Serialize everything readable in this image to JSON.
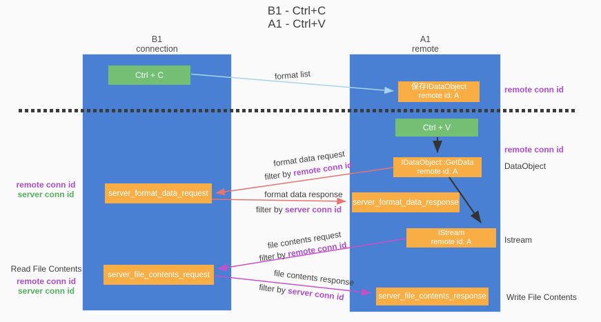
{
  "title": {
    "line1": "B1 - Ctrl+C",
    "line2": "A1 - Ctrl+V"
  },
  "lanes": {
    "left": {
      "name": "B1",
      "role": "connection"
    },
    "right": {
      "name": "A1",
      "role": "remote"
    }
  },
  "nodes": {
    "ctrl_c": {
      "label": "Ctrl + C"
    },
    "ctrl_v": {
      "label": "Ctrl + V"
    },
    "save_dataobject": {
      "line1": "保存IDataObject",
      "line2": "remote id: A"
    },
    "getdata": {
      "line1": "IDataObject::GetData",
      "line2": "remote id: A"
    },
    "istream": {
      "line1": "IStream",
      "line2": "remote id: A"
    },
    "server_format_data_request": {
      "label": "server_format_data_request"
    },
    "server_format_data_response": {
      "label": "server_format_data_response"
    },
    "server_file_contents_request": {
      "label": "server_file_contents_request"
    },
    "server_file_contents_response": {
      "label": "server_file_contents_response"
    }
  },
  "edge_labels": {
    "format_list": "format list",
    "format_data_request": "format data request",
    "format_data_response": "format data response",
    "file_contents_request": "file contents request",
    "file_contents_response": "file contents response",
    "filter_by": "filter by ",
    "remote_conn_id": "remote conn id",
    "server_conn_id": "server conn id"
  },
  "side_labels": {
    "remote_conn_id": "remote conn id",
    "server_conn_id": "server conn id",
    "dataobject": "DataObject",
    "istream": "Istream",
    "read_file_contents": "Read File Contents",
    "write_file_contents": "Write File Contents"
  },
  "colors": {
    "lane_blue": "#4A80D3",
    "node_green": "#73BF73",
    "node_orange": "#F9AE45",
    "arrow_red": "#E87470",
    "arrow_magenta": "#C94FC9",
    "arrow_lightblue": "#A9D2EE",
    "arrow_black": "#333333",
    "text_purple": "#AB4FC8",
    "text_green": "#55AF5F"
  }
}
